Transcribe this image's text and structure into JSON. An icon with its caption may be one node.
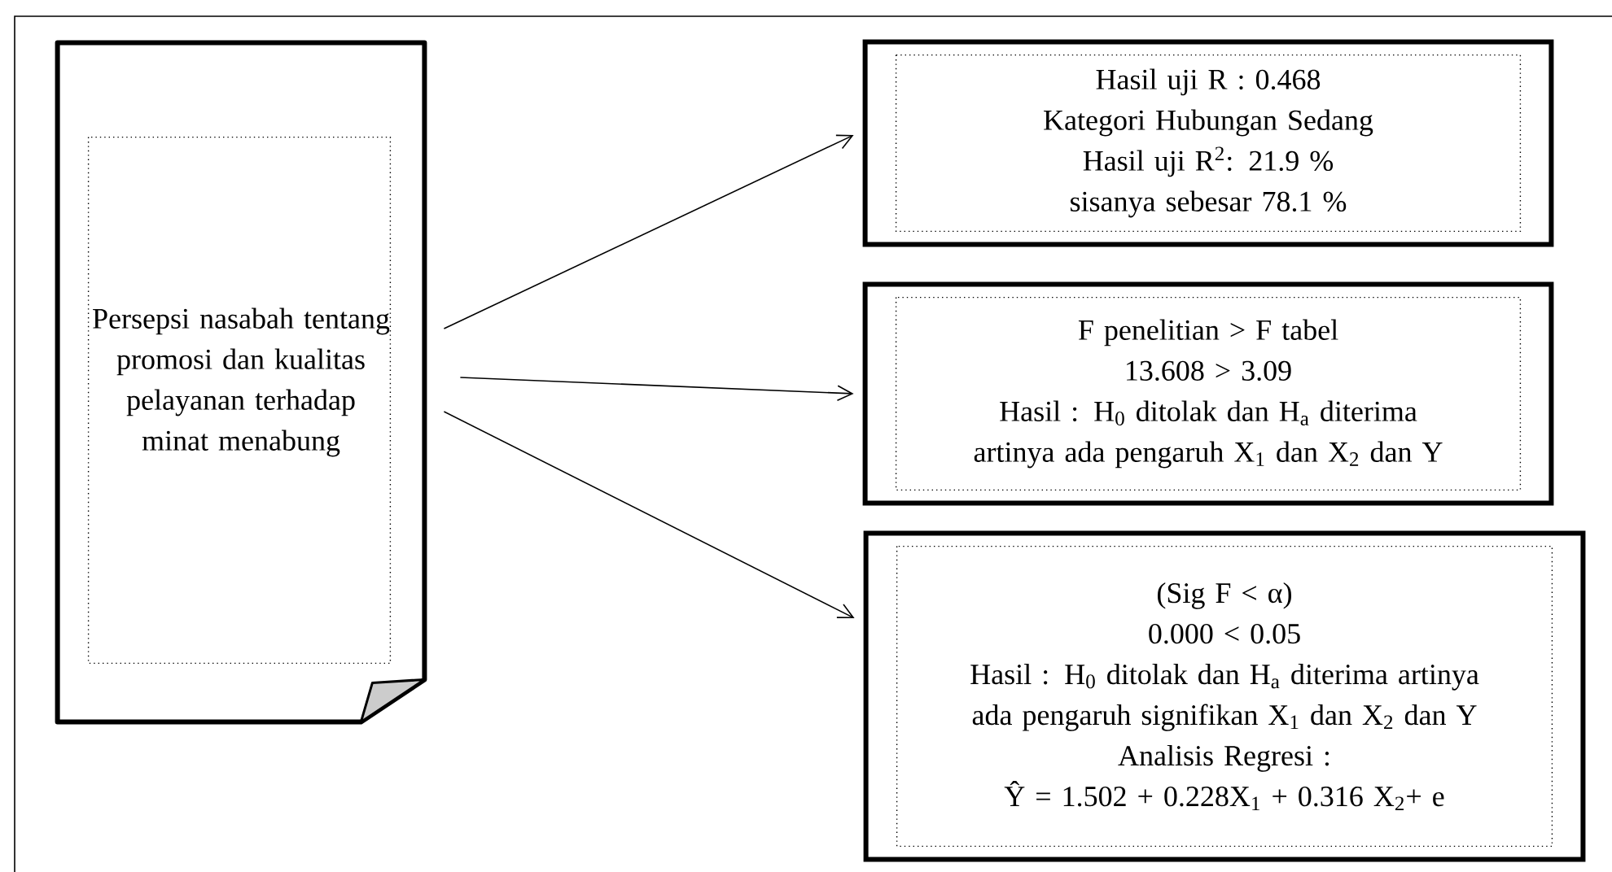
{
  "diagram": {
    "nodes": [
      {
        "text": [
          "Persepsi nasabah tentang promosi dan kualitas pelayanan terhadap minat menabung"
        ]
      },
      {
        "text": [
          "Hasil uji R : 0.468",
          "Kategori Hubungan Sedang",
          "Hasil uji R$^{2}$: 21.9 %",
          "sisanya sebesar 78.1 %"
        ]
      },
      {
        "text": [
          "F penelitian > F tabel",
          "13.608 > 3.09",
          "Hasil : H$_{0}$ ditolak dan H$_{a}$ diterima artinya ada pengaruh X$_{1}$ dan X$_{2}$ dan Y"
        ]
      },
      {
        "text": [
          "(Sig F < α)",
          "0.000 < 0.05",
          "Hasil : H$_{0}$ ditolak dan H$_{a}$ diterima artinya ada pengaruh signifikan X$_{1}$ dan X$_{2}$ dan Y",
          "Analisis Regresi :",
          "Ŷ = 1.502 + 0.228X$_{1}$ + 0.316 X$_{2}$+ e"
        ]
      }
    ],
    "edges": [
      {
        "from": 0,
        "to": 1,
        "arrow": "to"
      },
      {
        "from": 0,
        "to": 2,
        "arrow": "to"
      },
      {
        "from": 0,
        "to": 3,
        "arrow": "to"
      }
    ]
  }
}
